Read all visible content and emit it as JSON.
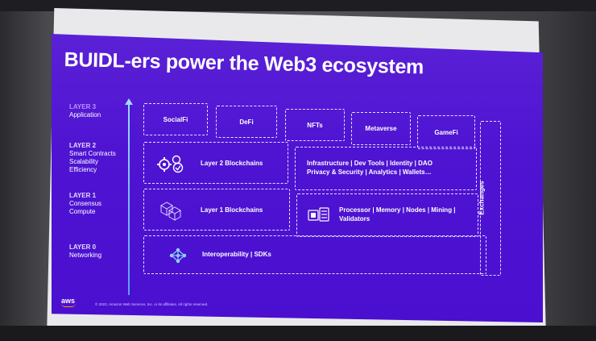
{
  "slide": {
    "title": "BUIDL-ers power the Web3 ecosystem",
    "copyright": "© 2023, Amazon Web Services, Inc. or its affiliates. All rights reserved.",
    "logo_text": "aws"
  },
  "layers": [
    {
      "name": "LAYER 3",
      "lines": [
        "Application"
      ]
    },
    {
      "name": "LAYER 2",
      "lines": [
        "Smart Contracts",
        "Scalability",
        "Efficiency"
      ]
    },
    {
      "name": "LAYER 1",
      "lines": [
        "Consensus",
        "Compute"
      ]
    },
    {
      "name": "LAYER 0",
      "lines": [
        "Networking"
      ]
    }
  ],
  "application_boxes": [
    "SocialFi",
    "DeFi",
    "NFTs",
    "Metaverse",
    "GameFi"
  ],
  "layer2": {
    "main": "Layer 2 Blockchains",
    "detail_line1": "Infrastructure | Dev Tools | Identity | DAO",
    "detail_line2": "Privacy & Security | Analytics | Wallets…"
  },
  "layer1": {
    "main": "Layer 1 Blockchains",
    "detail_line1": "Processor | Memory | Nodes | Mining |",
    "detail_line2": "Validators"
  },
  "layer0": {
    "main": "Interoperability | SDKs"
  },
  "exchanges_label": "Exchanges",
  "icons": {
    "layer2": "gears-icon",
    "layer1": "cubes-icon",
    "layer1_detail": "server-icon",
    "layer0": "network-icon",
    "axis": "arrow-up-icon"
  },
  "colors": {
    "slide_background": "#4f14d2",
    "layer3_highlight": "#d6a2ff",
    "axis_arrow": "#9ed8ff",
    "aws_smile": "#ff9900"
  }
}
